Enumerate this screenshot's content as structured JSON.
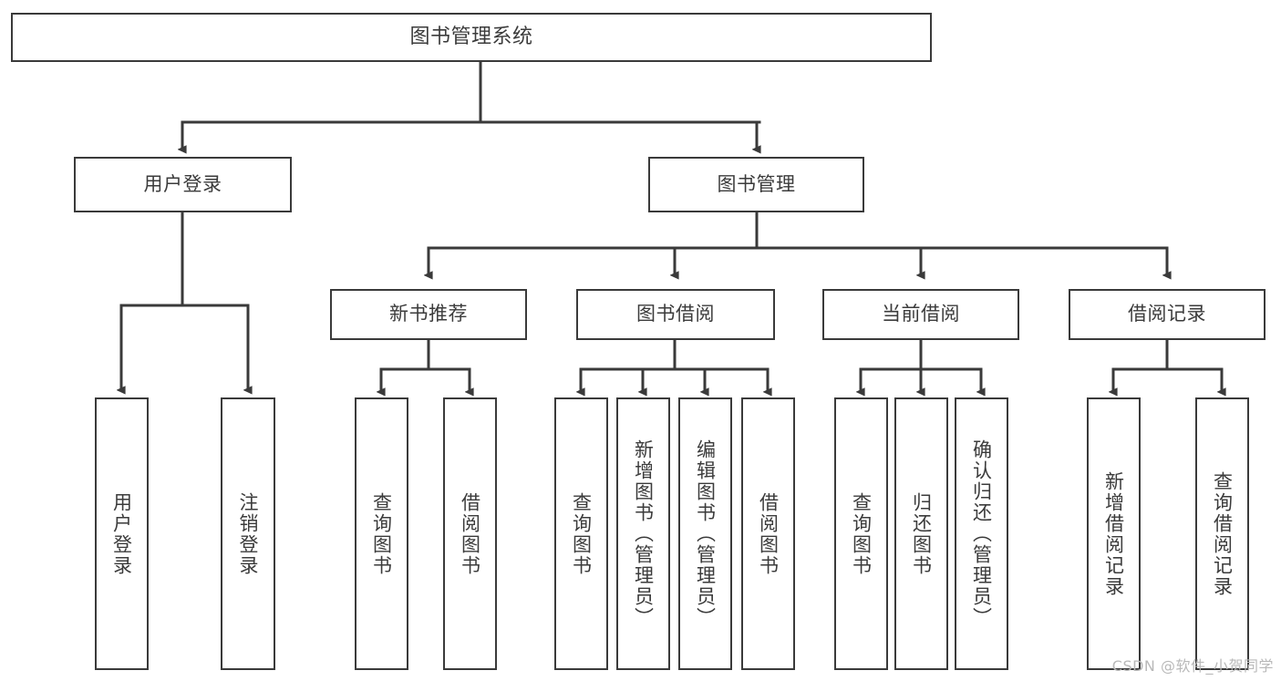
{
  "diagram": {
    "title": "图书管理系统",
    "type": "tree-structure-chart",
    "watermark": "CSDN @软件_小贺同学",
    "colors": {
      "background": "#ffffff",
      "border": "#3a3a3a",
      "text": "#3b3b3b",
      "watermark": "#b9b9b9"
    },
    "root": {
      "label": "图书管理系统"
    },
    "level2": [
      {
        "id": "user-login",
        "label": "用户登录"
      },
      {
        "id": "book-manage",
        "label": "图书管理"
      }
    ],
    "level3": [
      {
        "id": "new-book-rec",
        "label": "新书推荐",
        "parent": "book-manage"
      },
      {
        "id": "book-borrow",
        "label": "图书借阅",
        "parent": "book-manage"
      },
      {
        "id": "current-borrow",
        "label": "当前借阅",
        "parent": "book-manage"
      },
      {
        "id": "borrow-record",
        "label": "借阅记录",
        "parent": "book-manage"
      }
    ],
    "leaves": {
      "user-login": [
        {
          "id": "leaf-user-login",
          "label": "用户登录"
        },
        {
          "id": "leaf-user-logout",
          "label": "注销登录"
        }
      ],
      "new-book-rec": [
        {
          "id": "leaf-query-book-1",
          "label": "查询图书"
        },
        {
          "id": "leaf-borrow-book-1",
          "label": "借阅图书"
        }
      ],
      "book-borrow": [
        {
          "id": "leaf-query-book-2",
          "label": "查询图书"
        },
        {
          "id": "leaf-add-book",
          "label": "新增图书（管理员）"
        },
        {
          "id": "leaf-edit-book",
          "label": "编辑图书（管理员）"
        },
        {
          "id": "leaf-borrow-book-2",
          "label": "借阅图书"
        }
      ],
      "current-borrow": [
        {
          "id": "leaf-query-book-3",
          "label": "查询图书"
        },
        {
          "id": "leaf-return-book",
          "label": "归还图书"
        },
        {
          "id": "leaf-confirm-return",
          "label": "确认归还（管理员）"
        }
      ],
      "borrow-record": [
        {
          "id": "leaf-add-record",
          "label": "新增借阅记录"
        },
        {
          "id": "leaf-query-record",
          "label": "查询借阅记录"
        }
      ]
    }
  }
}
